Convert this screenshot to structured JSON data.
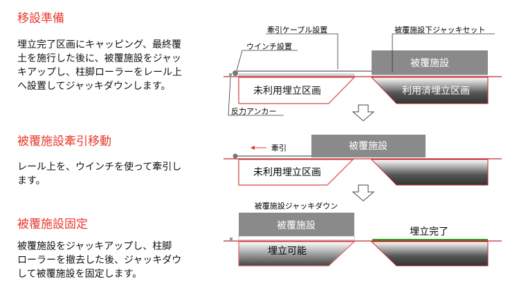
{
  "steps": [
    {
      "title": "移設準備",
      "body": "埋立完了区画にキャッピング、最終覆\n土を施行した後に、被覆施設をジャッ\nキアップし、柱脚ローラーをレール上\nへ設置してジャッキダウンします。"
    },
    {
      "title": "被覆施設牽引移動",
      "body": "レール上を、ウインチを使って牽引し\nます。"
    },
    {
      "title": "被覆施設固定",
      "body": "被覆施設をジャッキアップし、柱脚\nローラーを撤去した後、ジャッキダウ\nして被覆施設を固定します。"
    }
  ],
  "diagram1": {
    "cable": "牽引ケーブル設置",
    "jack_set": "被覆施設下ジャッキセット",
    "winch": "ウインチ設置",
    "anchor": "反力アンカー",
    "facility": "被覆施設",
    "unused": "未利用埋立区画",
    "used": "利用済埋立区画"
  },
  "diagram2": {
    "pull": "牽引",
    "facility": "被覆施設",
    "unused": "未利用埋立区画"
  },
  "diagram3": {
    "jack_down": "被覆施設ジャッキダウン",
    "facility": "被覆施設",
    "possible": "埋立可能",
    "complete": "埋立完了"
  },
  "colors": {
    "heading": "#e8382c",
    "ground": "#c0272d",
    "cap": "#2e9a1a"
  }
}
